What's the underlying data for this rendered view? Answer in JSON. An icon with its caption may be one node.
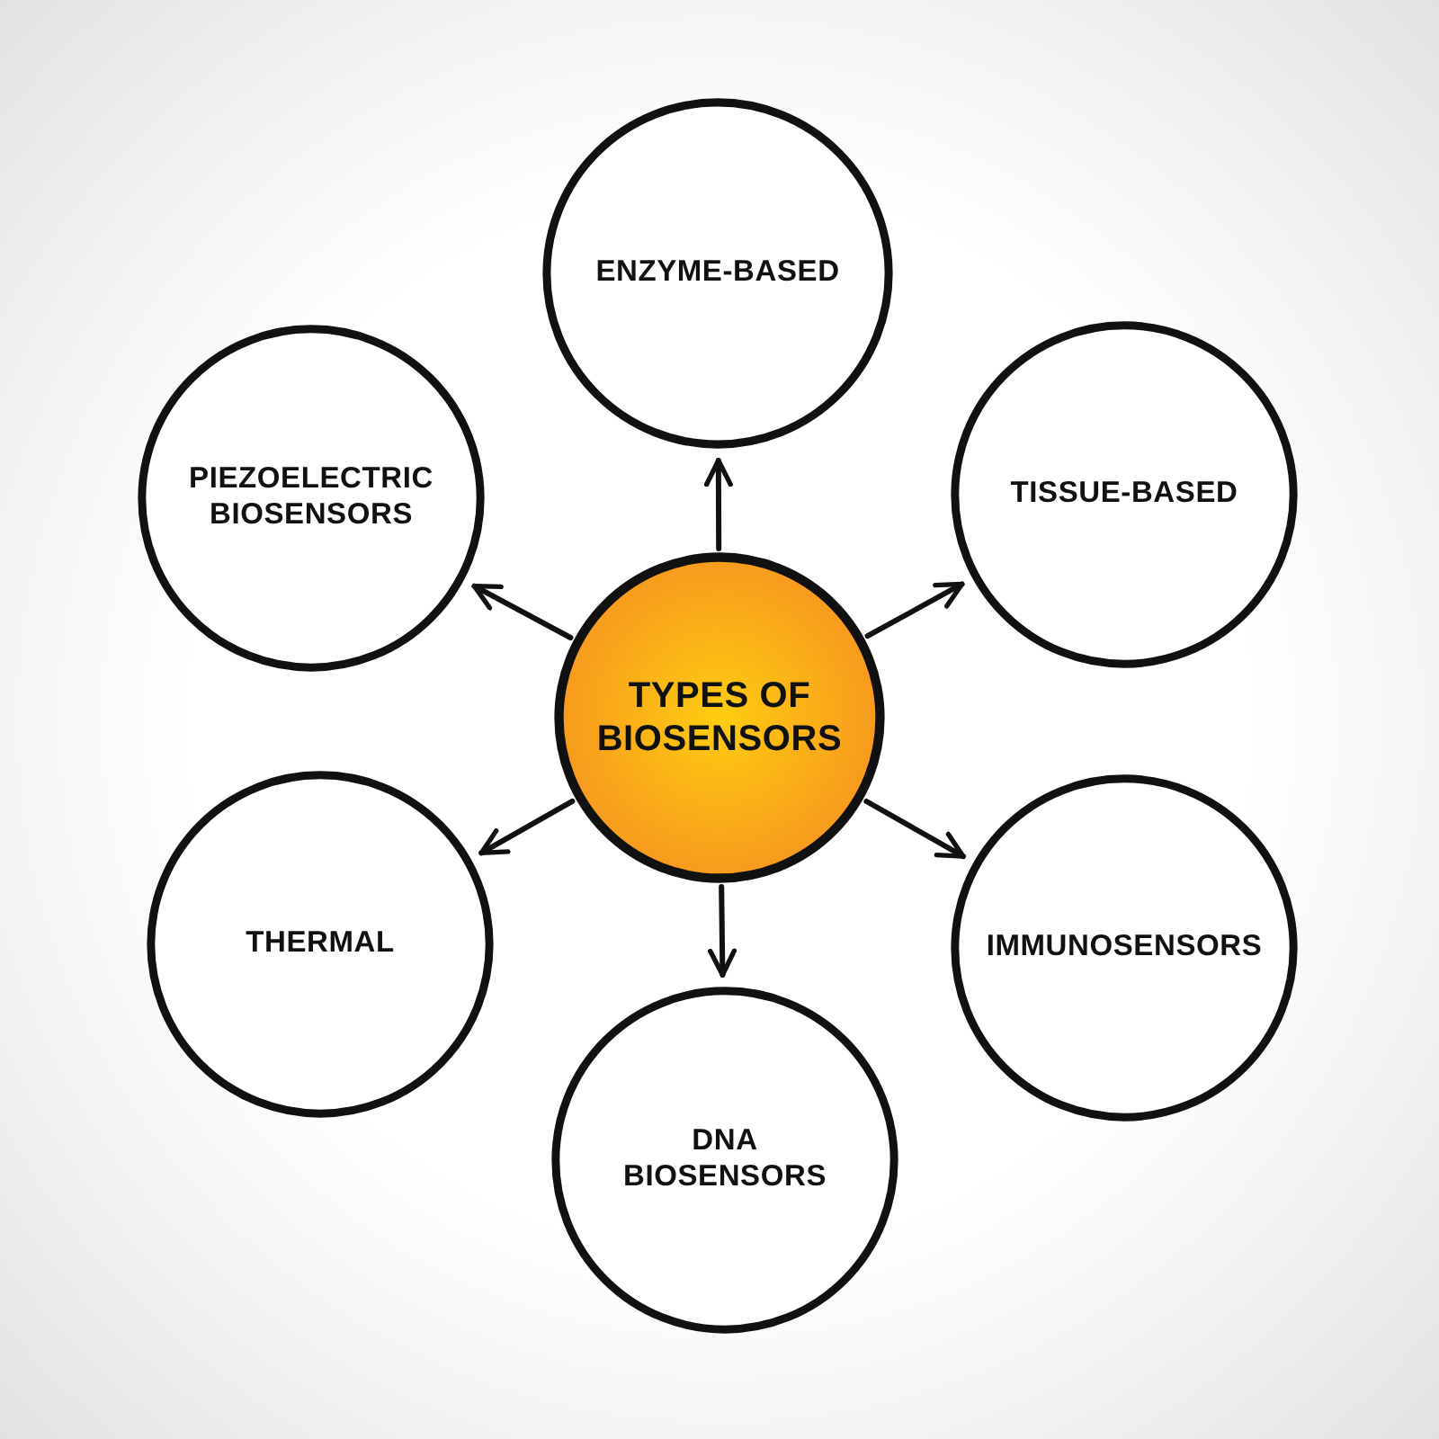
{
  "diagram": {
    "nodes": [
      {
        "text": [
          "TYPES OF BIOSENSORS"
        ]
      },
      {
        "text": [
          "ENZYME-BASED"
        ]
      },
      {
        "text": [
          "TISSUE-BASED"
        ]
      },
      {
        "text": [
          "IMMUNOSENSORS"
        ]
      },
      {
        "text": [
          "DNA BIOSENSORS"
        ]
      },
      {
        "text": [
          "THERMAL"
        ]
      },
      {
        "text": [
          "PIEZOELECTRIC BIOSENSORS"
        ]
      }
    ],
    "edges": [
      {
        "from": 0,
        "to": 1,
        "arrow": "to"
      },
      {
        "from": 0,
        "to": 2,
        "arrow": "to"
      },
      {
        "from": 0,
        "to": 3,
        "arrow": "to"
      },
      {
        "from": 0,
        "to": 4,
        "arrow": "to"
      },
      {
        "from": 0,
        "to": 5,
        "arrow": "to"
      },
      {
        "from": 0,
        "to": 6,
        "arrow": "to"
      }
    ]
  }
}
